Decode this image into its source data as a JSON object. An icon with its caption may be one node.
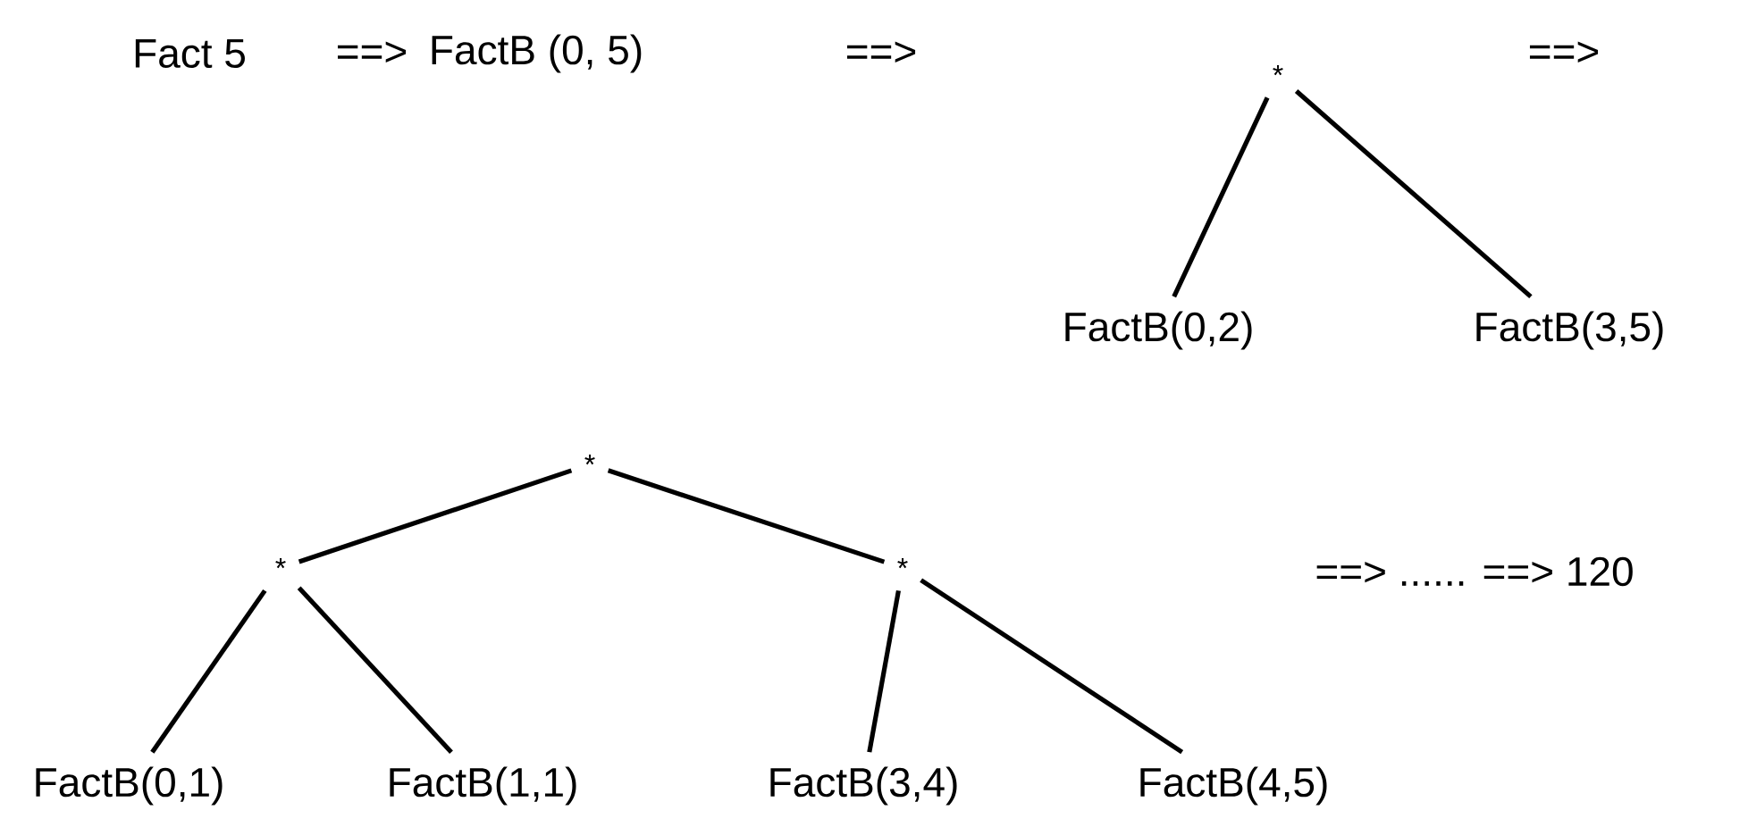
{
  "diagram": {
    "nodes": [
      {
        "text": [
          "Fact 5"
        ]
      },
      {
        "text": [
          "FactB (0, 5)"
        ]
      },
      {
        "text": [
          "*"
        ]
      },
      {
        "text": [
          "FactB(0,2)"
        ]
      },
      {
        "text": [
          "FactB(3,5)"
        ]
      },
      {
        "text": [
          "*"
        ]
      },
      {
        "text": [
          "*"
        ]
      },
      {
        "text": [
          "*"
        ]
      },
      {
        "text": [
          "FactB(0,1)"
        ]
      },
      {
        "text": [
          "FactB(1,1)"
        ]
      },
      {
        "text": [
          "FactB(3,4)"
        ]
      },
      {
        "text": [
          "FactB(4,5)"
        ]
      }
    ],
    "edges": [
      {
        "from": 2,
        "to": 3,
        "arrow": "none"
      },
      {
        "from": 2,
        "to": 4,
        "arrow": "none"
      },
      {
        "from": 5,
        "to": 6,
        "arrow": "none"
      },
      {
        "from": 5,
        "to": 7,
        "arrow": "none"
      },
      {
        "from": 6,
        "to": 8,
        "arrow": "none"
      },
      {
        "from": 6,
        "to": 9,
        "arrow": "none"
      },
      {
        "from": 7,
        "to": 10,
        "arrow": "none"
      },
      {
        "from": 7,
        "to": 11,
        "arrow": "none"
      }
    ],
    "labels": [
      "==>",
      "==>",
      "==>",
      "==> ...... ==> 120"
    ]
  }
}
